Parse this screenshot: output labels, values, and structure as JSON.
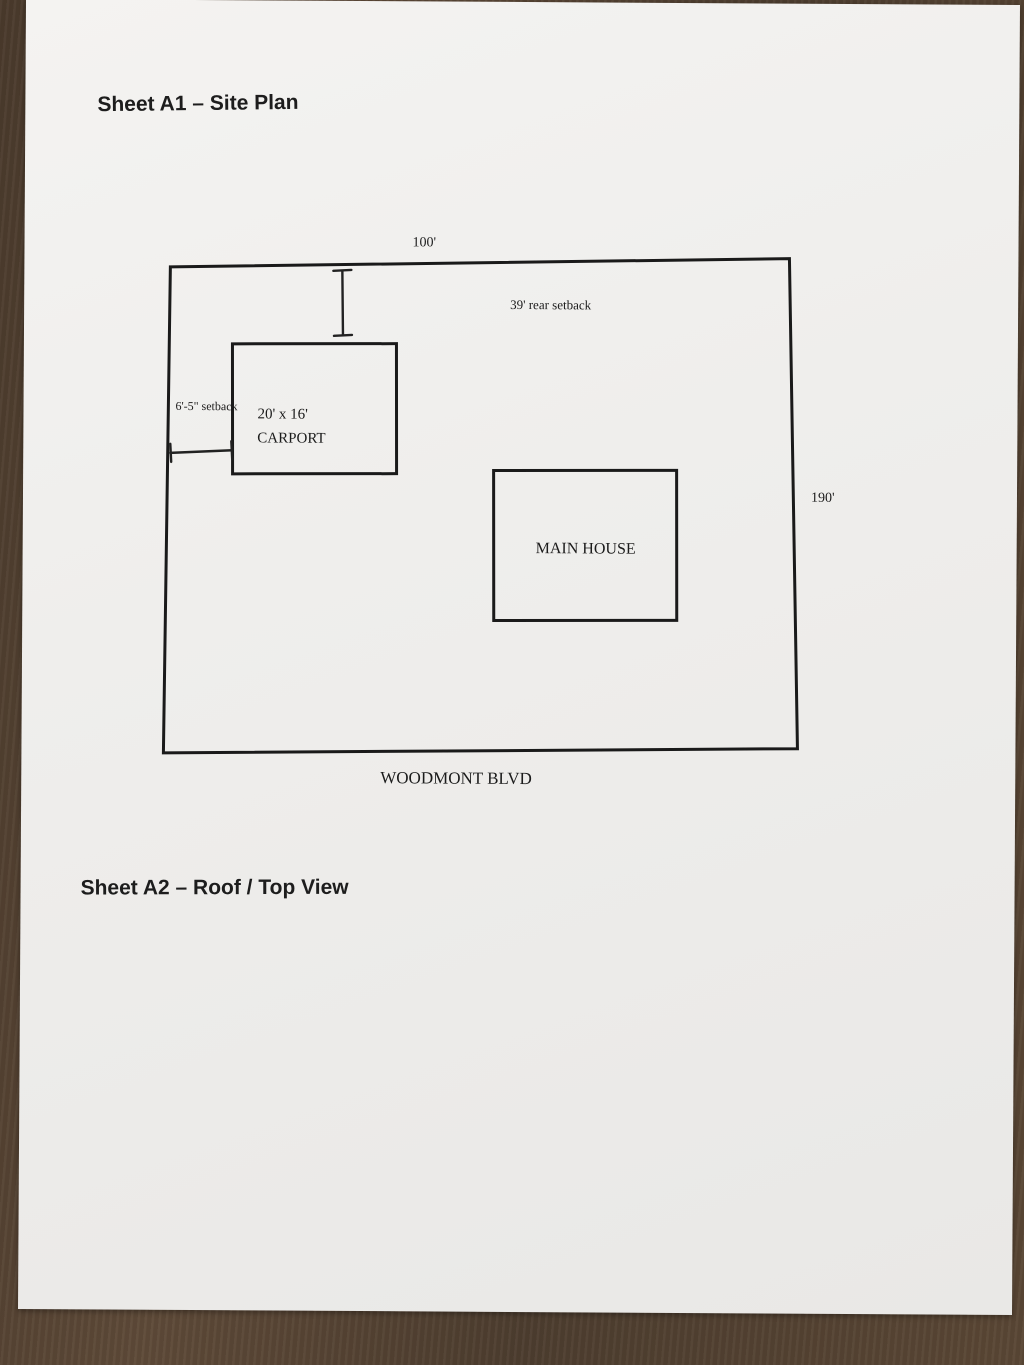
{
  "sheets": [
    {
      "title": "Sheet A1 – Site Plan"
    },
    {
      "title": "Sheet A2 – Roof / Top View"
    }
  ],
  "site_plan": {
    "lot_width_label": "100'",
    "lot_depth_label": "190'",
    "rear_setback_label": "39' rear setback",
    "side_setback_label": "6'-5\" setback",
    "carport": {
      "size_label": "20' x 16'",
      "name_label": "CARPORT"
    },
    "main_house_label": "MAIN HOUSE",
    "street_label": "WOODMONT BLVD"
  }
}
